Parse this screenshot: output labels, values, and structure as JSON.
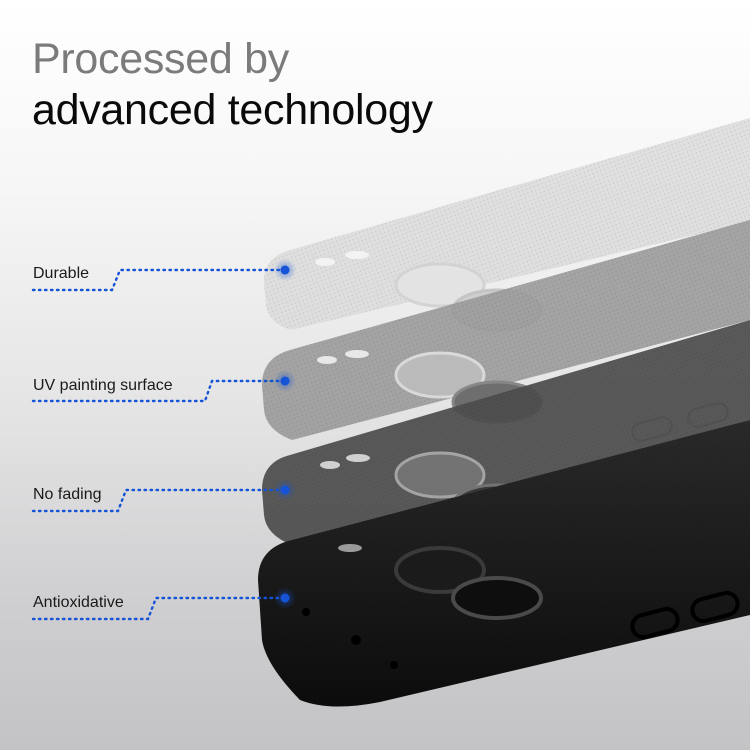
{
  "headline": {
    "line1": "Processed by",
    "line2": "advanced technology"
  },
  "colors": {
    "accent_blue": "#1554d6",
    "headline_gray": "#7b7b7b",
    "headline_black": "#0a0a0a",
    "layer_1": "#d9d9d9",
    "layer_2": "#8a8a8a",
    "layer_3": "#4a4a4a",
    "layer_4": "#141414"
  },
  "callouts": [
    {
      "label": "Durable",
      "icon": "blue-dot-marker"
    },
    {
      "label": "UV painting surface",
      "icon": "blue-dot-marker"
    },
    {
      "label": "No fading",
      "icon": "blue-dot-marker"
    },
    {
      "label": "Antioxidative",
      "icon": "blue-dot-marker"
    }
  ]
}
